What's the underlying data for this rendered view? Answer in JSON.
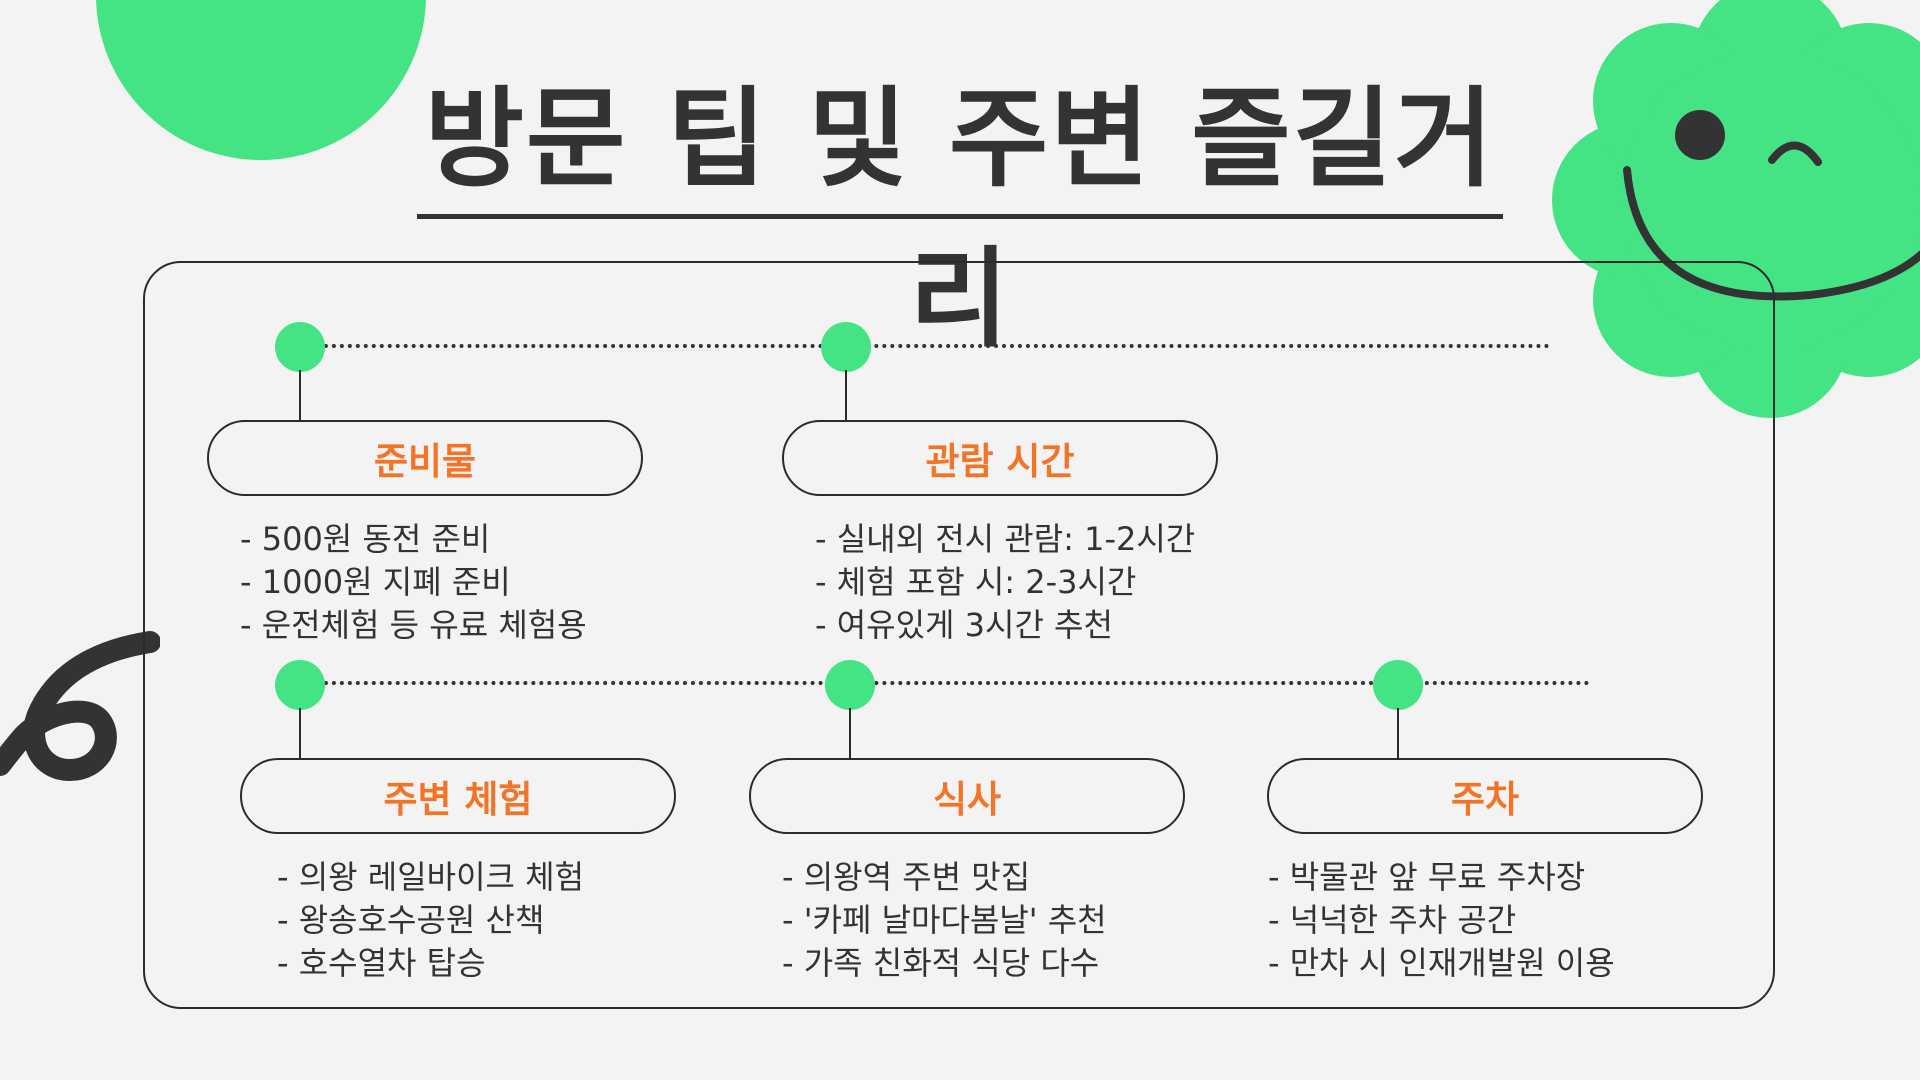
{
  "title": "방문 팁 및 주변 즐길거리",
  "colors": {
    "accent_green": "#44e384",
    "label_orange": "#f47427",
    "text_dark": "#333333",
    "background": "#f3f3f3"
  },
  "sections": [
    {
      "label": "준비물",
      "items": [
        "- 500원 동전 준비",
        "- 1000원 지폐 준비",
        "- 운전체험 등 유료 체험용"
      ]
    },
    {
      "label": "관람 시간",
      "items": [
        "- 실내외 전시 관람: 1-2시간",
        "- 체험 포함 시: 2-3시간",
        "- 여유있게 3시간 추천"
      ]
    },
    {
      "label": "주변 체험",
      "items": [
        "- 의왕 레일바이크 체험",
        "- 왕송호수공원 산책",
        "- 호수열차 탑승"
      ]
    },
    {
      "label": "식사",
      "items": [
        "- 의왕역 주변 맛집",
        "- '카페 날마다봄날' 추천",
        "- 가족 친화적 식당 다수"
      ]
    },
    {
      "label": "주차",
      "items": [
        "- 박물관 앞 무료 주차장",
        "- 넉넉한 주차 공간",
        "- 만차 시 인재개발원 이용"
      ]
    }
  ]
}
